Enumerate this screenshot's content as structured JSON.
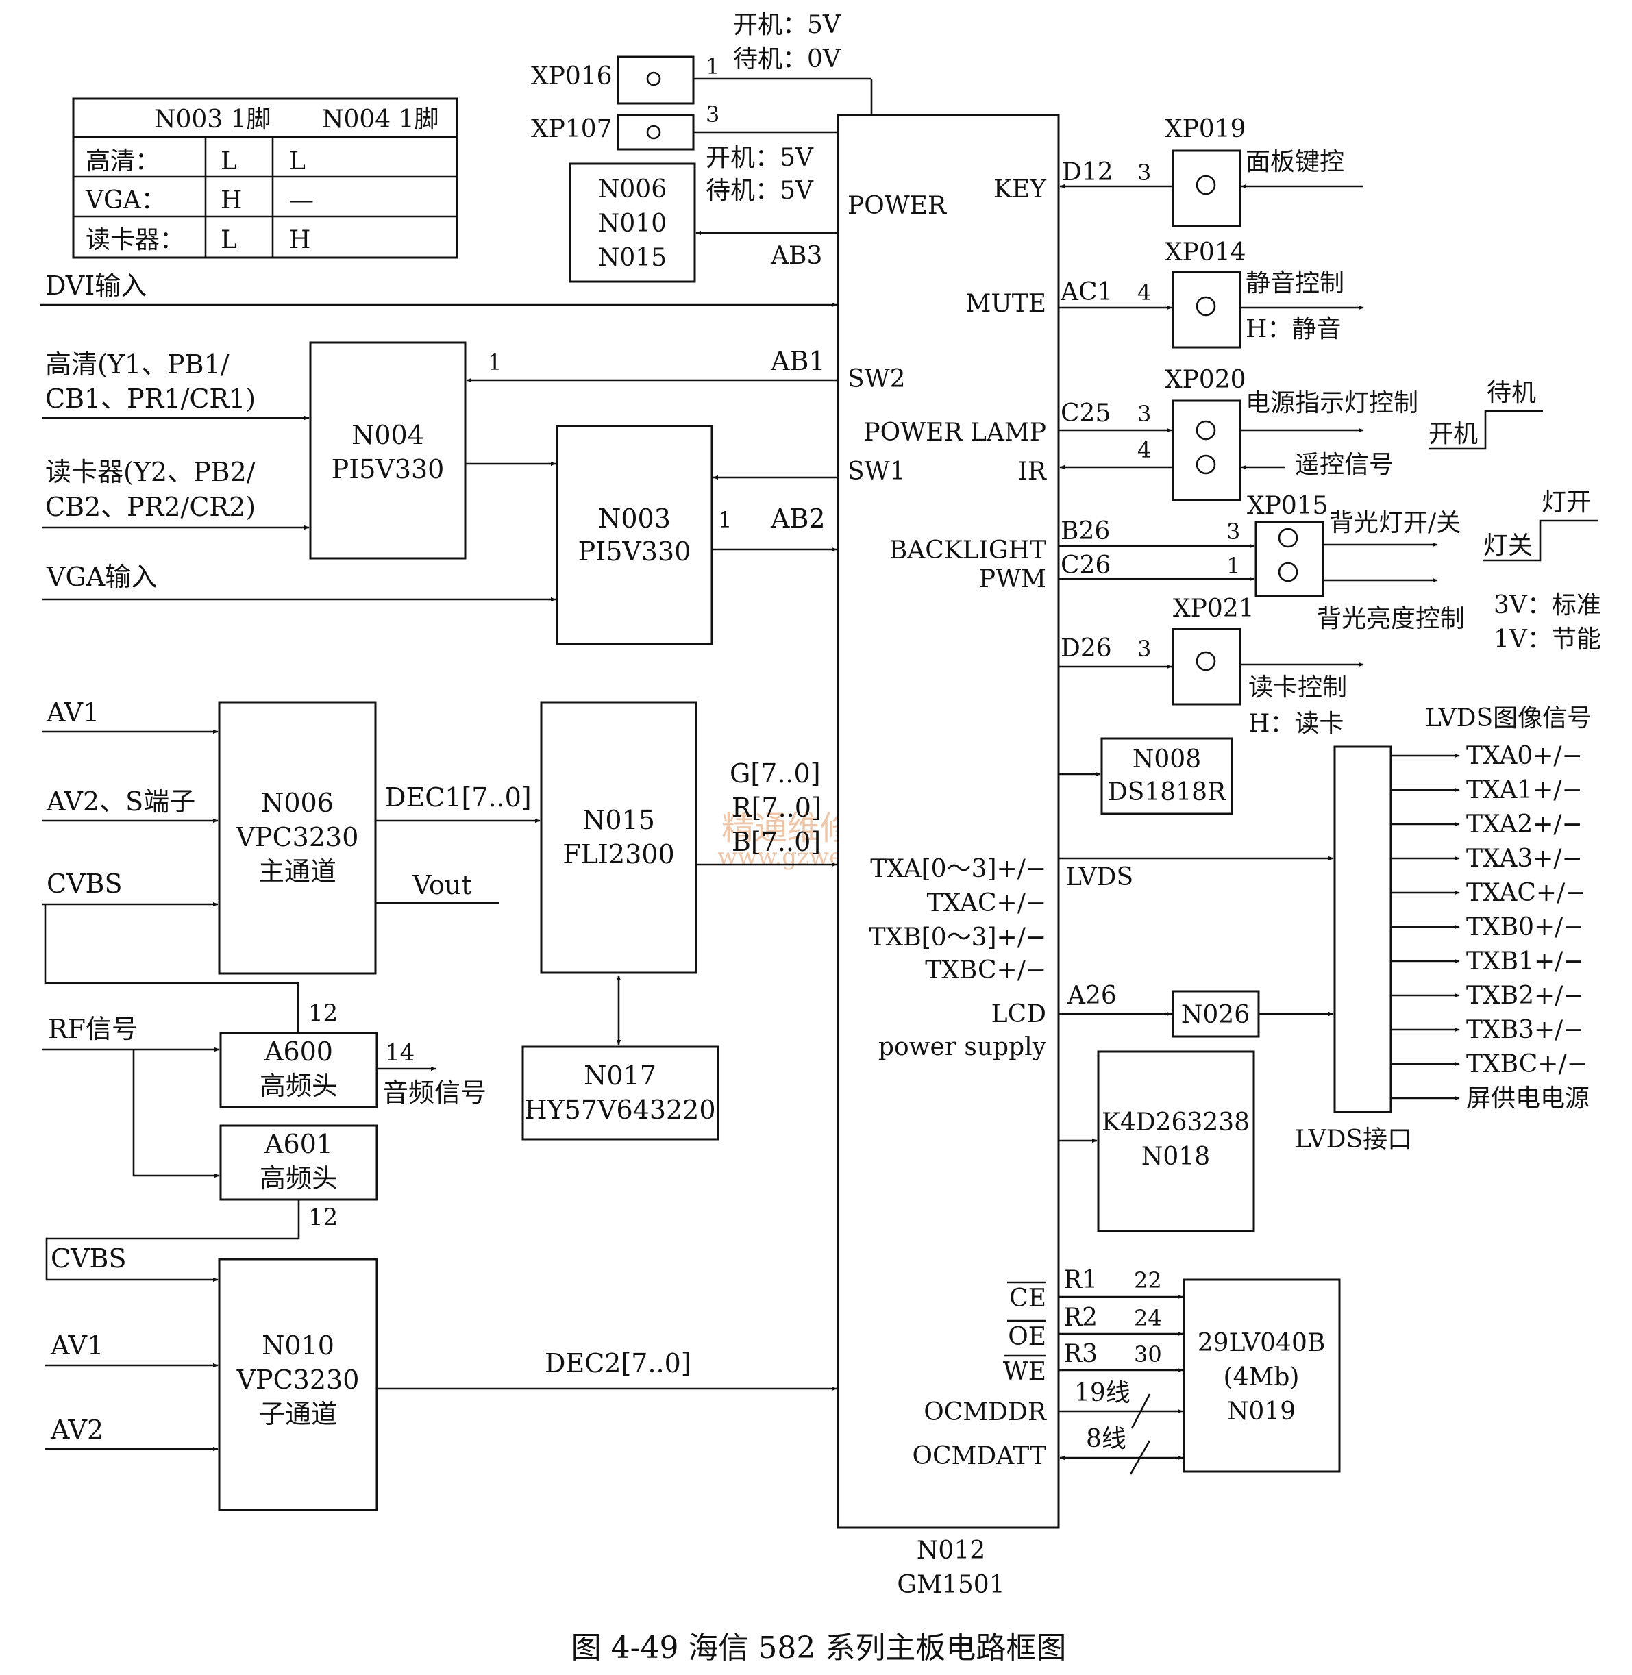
{
  "caption": "图 4-49   海信 582 系列主板电路框图",
  "watermark": {
    "line1": "精通维修下载",
    "line2": "www.gzweix.com"
  },
  "table": {
    "headers": [
      "N003 1脚",
      "N004 1脚"
    ],
    "rows": [
      {
        "label": "高清：",
        "n003": "L",
        "n004": "L"
      },
      {
        "label": "VGA：",
        "n003": "H",
        "n004": "—"
      },
      {
        "label": "读卡器：",
        "n003": "L",
        "n004": "H"
      }
    ]
  },
  "main_chip": {
    "name": "N012",
    "part": "GM1501",
    "pins_left": {
      "power": "POWER",
      "sw2": "SW2",
      "sw1": "SW1",
      "txa": "TXA[0～3]+/−",
      "txac": "TXAC+/−",
      "txb": "TXB[0～3]+/−",
      "txbc": "TXBC+/−",
      "ce": "CE",
      "oe": "OE",
      "we": "WE",
      "ocmddr": "OCMDDR",
      "ocmdatt": "OCMDATT"
    },
    "pins_right": {
      "key": "KEY",
      "mute": "MUTE",
      "power_lamp": "POWER LAMP",
      "ir": "IR",
      "backlight": "BACKLIGHT",
      "pwm": "PWM",
      "lcd": "LCD",
      "power_supply": "power supply"
    }
  },
  "power_notes": {
    "xp016_on": "开机：5V",
    "xp016_off": "待机：0V",
    "xp107_on": "开机：5V",
    "xp107_off": "待机：5V"
  },
  "blocks": {
    "xp016": "XP016",
    "xp107": "XP107",
    "n006_n010_n015": [
      "N006",
      "N010",
      "N015"
    ],
    "n004": [
      "N004",
      "PI5V330"
    ],
    "n003": [
      "N003",
      "PI5V330"
    ],
    "n006": [
      "N006",
      "VPC3230",
      "主通道"
    ],
    "n015": [
      "N015",
      "FLI2300"
    ],
    "n017": [
      "N017",
      "HY57V643220"
    ],
    "a600": [
      "A600",
      "高频头"
    ],
    "a601": [
      "A601",
      "高频头"
    ],
    "n010": [
      "N010",
      "VPC3230",
      "子通道"
    ],
    "xp019": "XP019",
    "xp014": "XP014",
    "xp020": "XP020",
    "xp015": "XP015",
    "xp021": "XP021",
    "n008": [
      "N008",
      "DS1818R"
    ],
    "n026": "N026",
    "n018": [
      "K4D263238",
      "N018"
    ],
    "n019": [
      "29LV040B",
      "(4Mb)",
      "N019"
    ],
    "lvds_interface": "LVDS接口"
  },
  "inputs": {
    "dvi": "DVI输入",
    "hd_line1": "高清(Y1、PB1/",
    "hd_line2": "CB1、PR1/CR1)",
    "card_line1": "读卡器(Y2、PB2/",
    "card_line2": "CB2、PR2/CR2)",
    "vga": "VGA输入",
    "av1": "AV1",
    "av2_s": "AV2、S端子",
    "cvbs": "CVBS",
    "rf": "RF信号",
    "cvbs2": "CVBS",
    "av1_2": "AV1",
    "av2_2": "AV2"
  },
  "signals": {
    "ab3": "AB3",
    "ab1": "AB1",
    "ab2": "AB2",
    "dec1": "DEC1[7..0]",
    "dec2": "DEC2[7..0]",
    "vout": "Vout",
    "g": "G[7..0]",
    "r": "R[7..0]",
    "b": "B[7..0]",
    "d12": "D12",
    "ac1": "AC1",
    "c25": "C25",
    "b26": "B26",
    "c26": "C26",
    "d26": "D26",
    "lvds": "LVDS",
    "a26": "A26",
    "r1": "R1",
    "r2": "R2",
    "r3": "R3",
    "lines19": "19线",
    "lines8": "8线",
    "audio": "音频信号"
  },
  "pin_numbers": {
    "xp016": "1",
    "xp107": "3",
    "ab1": "1",
    "ab2": "1",
    "xp019": "3",
    "xp014": "4",
    "xp020_a": "3",
    "xp020_b": "4",
    "xp015_a": "3",
    "xp015_b": "1",
    "xp021": "3",
    "a600_top": "12",
    "a600_audio": "14",
    "a601_bottom": "12",
    "r1": "22",
    "r2": "24",
    "r3": "30"
  },
  "outputs": {
    "panel_key": "面板键控",
    "mute_ctrl": "静音控制",
    "mute_h": "H：静音",
    "led_ctrl": "电源指示灯控制",
    "standby": "待机",
    "power_on": "开机",
    "remote": "遥控信号",
    "backlight_onoff": "背光灯开/关",
    "lamp_on": "灯开",
    "lamp_off": "灯关",
    "brightness": "背光亮度控制",
    "v3": "3V：标准",
    "v1": "1V：节能",
    "card_ctrl": "读卡控制",
    "card_h": "H：读卡",
    "lvds_signal": "LVDS图像信号"
  },
  "lvds_outputs": [
    "TXA0+/−",
    "TXA1+/−",
    "TXA2+/−",
    "TXA3+/−",
    "TXAC+/−",
    "TXB0+/−",
    "TXB1+/−",
    "TXB2+/−",
    "TXB3+/−",
    "TXBC+/−",
    "屏供电电源"
  ]
}
